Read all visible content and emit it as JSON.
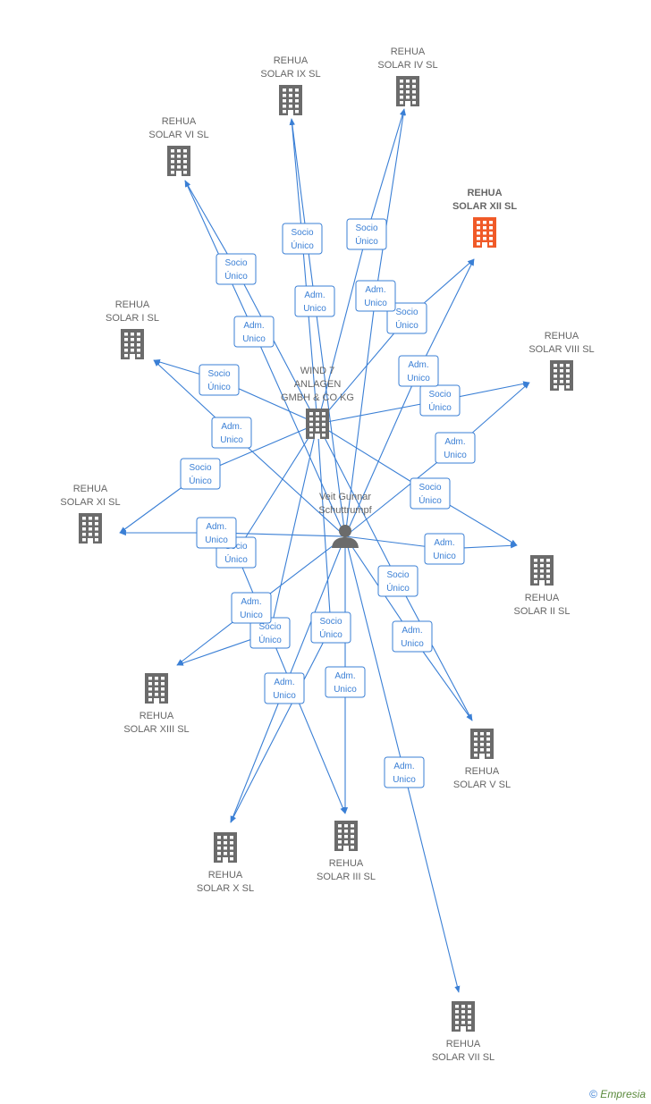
{
  "nodes": [
    {
      "id": "wind7",
      "kind": "company",
      "lines": [
        "WIND 7",
        "ANLAGEN",
        "GMBH & CO KG"
      ],
      "color": "#6b6b6b"
    },
    {
      "id": "person",
      "kind": "person",
      "lines": [
        "Veit Gunnar",
        "Schuttrumpf"
      ],
      "color": "#6b6b6b"
    },
    {
      "id": "ix",
      "kind": "company",
      "lines": [
        "REHUA",
        "SOLAR IX SL"
      ],
      "color": "#6b6b6b"
    },
    {
      "id": "iv",
      "kind": "company",
      "lines": [
        "REHUA",
        "SOLAR IV SL"
      ],
      "color": "#6b6b6b"
    },
    {
      "id": "vi",
      "kind": "company",
      "lines": [
        "REHUA",
        "SOLAR VI SL"
      ],
      "color": "#6b6b6b"
    },
    {
      "id": "xii",
      "kind": "company",
      "lines": [
        "REHUA",
        "SOLAR XII SL"
      ],
      "color": "#f05a28",
      "highlight": true
    },
    {
      "id": "i",
      "kind": "company",
      "lines": [
        "REHUA",
        "SOLAR I SL"
      ],
      "color": "#6b6b6b"
    },
    {
      "id": "viii",
      "kind": "company",
      "lines": [
        "REHUA",
        "SOLAR VIII SL"
      ],
      "color": "#6b6b6b"
    },
    {
      "id": "xi",
      "kind": "company",
      "lines": [
        "REHUA",
        "SOLAR XI SL"
      ],
      "color": "#6b6b6b"
    },
    {
      "id": "ii",
      "kind": "company",
      "lines": [
        "REHUA",
        "SOLAR II SL"
      ],
      "color": "#6b6b6b"
    },
    {
      "id": "xiii",
      "kind": "company",
      "lines": [
        "REHUA",
        "SOLAR XIII SL"
      ],
      "color": "#6b6b6b"
    },
    {
      "id": "v",
      "kind": "company",
      "lines": [
        "REHUA",
        "SOLAR V SL"
      ],
      "color": "#6b6b6b"
    },
    {
      "id": "x",
      "kind": "company",
      "lines": [
        "REHUA",
        "SOLAR X SL"
      ],
      "color": "#6b6b6b"
    },
    {
      "id": "iii",
      "kind": "company",
      "lines": [
        "REHUA",
        "SOLAR III SL"
      ],
      "color": "#6b6b6b"
    },
    {
      "id": "vii",
      "kind": "company",
      "lines": [
        "REHUA",
        "SOLAR VII SL"
      ],
      "color": "#6b6b6b"
    }
  ],
  "edges": [
    {
      "from": "wind7",
      "to": "ix",
      "label": [
        "Socio",
        "Único"
      ]
    },
    {
      "from": "wind7",
      "to": "iv",
      "label": [
        "Socio",
        "Único"
      ]
    },
    {
      "from": "wind7",
      "to": "vi",
      "label": [
        "Socio",
        "Único"
      ]
    },
    {
      "from": "wind7",
      "to": "xii",
      "label": [
        "Socio",
        "Único"
      ]
    },
    {
      "from": "wind7",
      "to": "i",
      "label": [
        "Socio",
        "Único"
      ]
    },
    {
      "from": "wind7",
      "to": "viii",
      "label": [
        "Socio",
        "Único"
      ]
    },
    {
      "from": "wind7",
      "to": "xi",
      "label": [
        "Socio",
        "Único"
      ]
    },
    {
      "from": "wind7",
      "to": "ii",
      "label": [
        "Socio",
        "Único"
      ]
    },
    {
      "from": "wind7",
      "to": "xiii",
      "label": [
        "Socio",
        "Único"
      ]
    },
    {
      "from": "wind7",
      "to": "v",
      "label": [
        "Socio",
        "Único"
      ]
    },
    {
      "from": "wind7",
      "to": "x",
      "label": [
        "Socio",
        "Único"
      ]
    },
    {
      "from": "wind7",
      "to": "iii",
      "label": [
        "Socio",
        "Único"
      ]
    },
    {
      "from": "person",
      "to": "ix",
      "label": [
        "Adm.",
        "Unico"
      ]
    },
    {
      "from": "person",
      "to": "iv",
      "label": [
        "Adm.",
        "Unico"
      ]
    },
    {
      "from": "person",
      "to": "vi",
      "label": [
        "Adm.",
        "Unico"
      ]
    },
    {
      "from": "person",
      "to": "xii",
      "label": [
        "Adm.",
        "Unico"
      ]
    },
    {
      "from": "person",
      "to": "i",
      "label": [
        "Adm.",
        "Unico"
      ]
    },
    {
      "from": "person",
      "to": "viii",
      "label": [
        "Adm.",
        "Unico"
      ]
    },
    {
      "from": "person",
      "to": "xi",
      "label": [
        "Adm.",
        "Unico"
      ]
    },
    {
      "from": "person",
      "to": "ii",
      "label": [
        "Adm.",
        "Unico"
      ]
    },
    {
      "from": "person",
      "to": "xiii",
      "label": [
        "Adm.",
        "Unico"
      ]
    },
    {
      "from": "person",
      "to": "v",
      "label": [
        "Adm.",
        "Unico"
      ]
    },
    {
      "from": "person",
      "to": "x",
      "label": [
        "Adm.",
        "Unico"
      ]
    },
    {
      "from": "person",
      "to": "iii",
      "label": [
        "Adm.",
        "Unico"
      ]
    },
    {
      "from": "person",
      "to": "vii",
      "label": [
        "Adm.",
        "Unico"
      ]
    }
  ],
  "footer": {
    "symbol": "©",
    "brand_initial": "E",
    "brand_rest": "mpresia"
  }
}
